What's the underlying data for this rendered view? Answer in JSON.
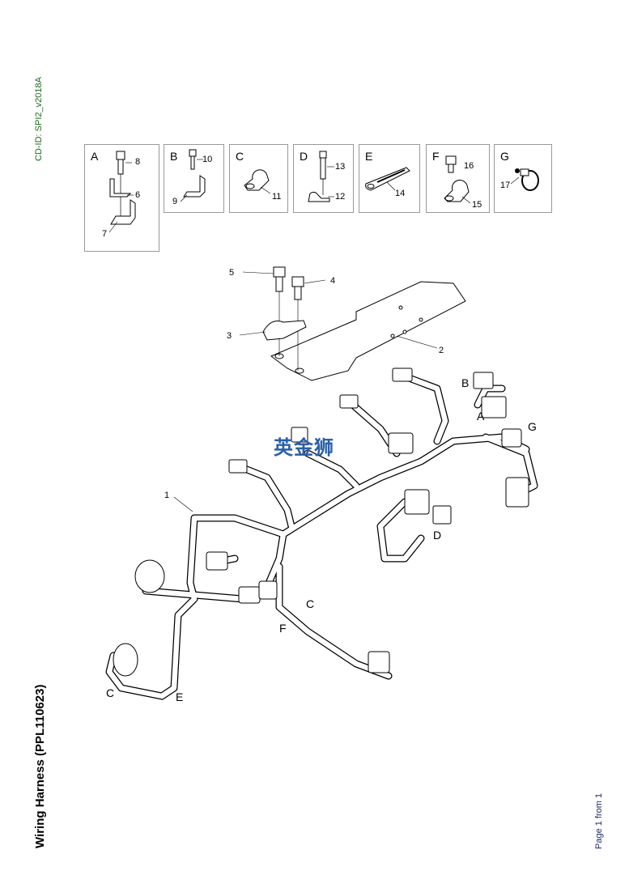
{
  "cd_id": "CD-ID: SPI2_v2018A",
  "title": "Wiring Harness (PPL110623)",
  "page_info": "Page 1 from 1",
  "watermark": "英金狮",
  "detail_boxes": [
    {
      "letter": "A",
      "callouts": [
        "8",
        "6",
        "7"
      ]
    },
    {
      "letter": "B",
      "callouts": [
        "10",
        "9"
      ]
    },
    {
      "letter": "C",
      "callouts": [
        "11"
      ]
    },
    {
      "letter": "D",
      "callouts": [
        "13",
        "12"
      ]
    },
    {
      "letter": "E",
      "callouts": [
        "14"
      ]
    },
    {
      "letter": "F",
      "callouts": [
        "16",
        "15"
      ]
    },
    {
      "letter": "G",
      "callouts": [
        "17"
      ]
    }
  ],
  "main_callouts": {
    "n1": "1",
    "n2": "2",
    "n3": "3",
    "n4": "4",
    "n5": "5",
    "B": "B",
    "A": "A",
    "G": "G",
    "D": "D",
    "C1": "C",
    "F": "F",
    "C2": "C",
    "E": "E"
  }
}
